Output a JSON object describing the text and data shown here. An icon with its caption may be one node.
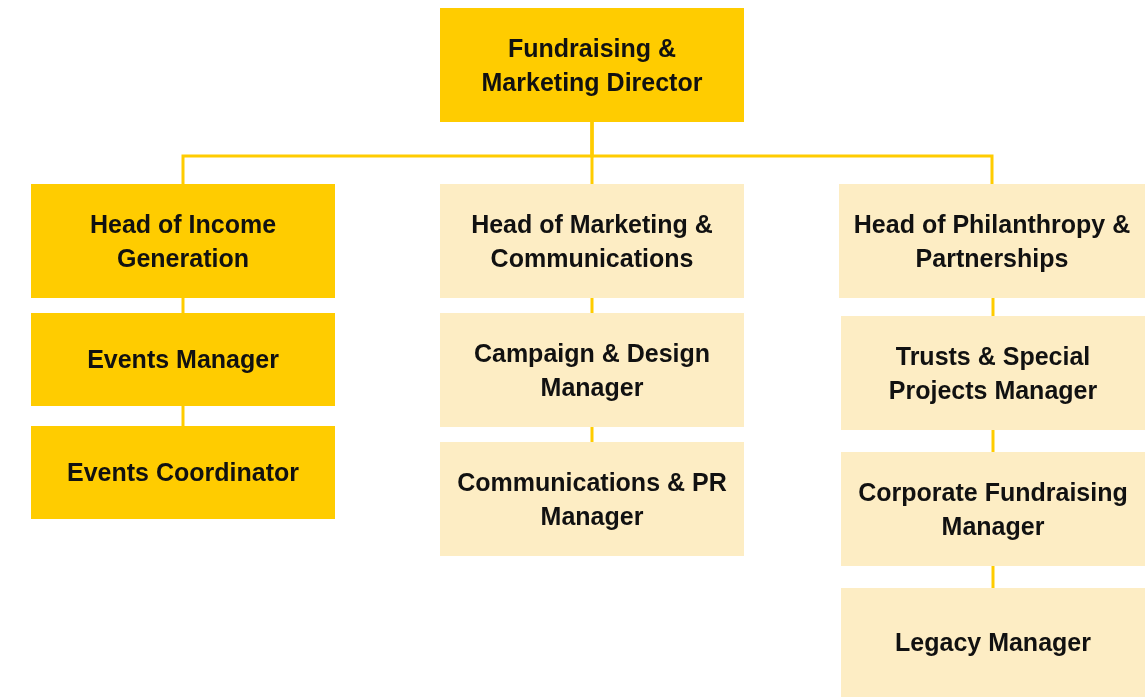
{
  "diagram": {
    "nodes": [
      {
        "text": [
          "Fundraising & Marketing Director"
        ]
      },
      {
        "text": [
          "Head of Income Generation"
        ]
      },
      {
        "text": [
          "Events Manager"
        ]
      },
      {
        "text": [
          "Events Coordinator"
        ]
      },
      {
        "text": [
          "Head of Marketing & Communications"
        ]
      },
      {
        "text": [
          "Campaign & Design Manager"
        ]
      },
      {
        "text": [
          "Communications & PR Manager"
        ]
      },
      {
        "text": [
          "Head of Philanthropy & Partnerships"
        ]
      },
      {
        "text": [
          "Trusts & Special Projects Manager"
        ]
      },
      {
        "text": [
          "Corporate Fundraising Manager"
        ]
      },
      {
        "text": [
          "Legacy Manager"
        ]
      }
    ],
    "edges": [
      {
        "from": 0,
        "to": 1,
        "arrow": "none"
      },
      {
        "from": 0,
        "to": 4,
        "arrow": "none"
      },
      {
        "from": 0,
        "to": 7,
        "arrow": "none"
      },
      {
        "from": 1,
        "to": 2,
        "arrow": "none"
      },
      {
        "from": 2,
        "to": 3,
        "arrow": "none"
      },
      {
        "from": 4,
        "to": 5,
        "arrow": "none"
      },
      {
        "from": 5,
        "to": 6,
        "arrow": "none"
      },
      {
        "from": 7,
        "to": 8,
        "arrow": "none"
      },
      {
        "from": 8,
        "to": 9,
        "arrow": "none"
      },
      {
        "from": 9,
        "to": 10,
        "arrow": "none"
      }
    ]
  }
}
